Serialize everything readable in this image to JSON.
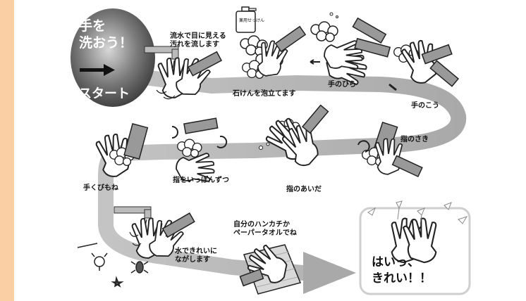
{
  "start": {
    "title": "手を\n洗おう！",
    "label": "スタート"
  },
  "bottle_label": "薬用せっけん",
  "steps": [
    {
      "id": "rinse",
      "label": "流水で目に見える\n汚れを流します"
    },
    {
      "id": "lather",
      "label": "石けんを泡立てます"
    },
    {
      "id": "palm",
      "label": "手のひら"
    },
    {
      "id": "back",
      "label": "手のこう"
    },
    {
      "id": "tips",
      "label": "指のさき"
    },
    {
      "id": "between",
      "label": "指のあいだ"
    },
    {
      "id": "thumb",
      "label": "指をいっぽんずつ"
    },
    {
      "id": "wrist",
      "label": "手くびもね"
    },
    {
      "id": "rinse_off",
      "label": "水できれいに\nながします"
    },
    {
      "id": "dry",
      "label": "自分のハンカチか\nペーパータオルでね"
    }
  ],
  "finish": {
    "label": "はいっ、\nきれい！！"
  },
  "colors": {
    "side_bar": "#fbcfa4",
    "path": "#b8b8b8",
    "hand_outline": "#222222",
    "sleeve": "#999999"
  }
}
